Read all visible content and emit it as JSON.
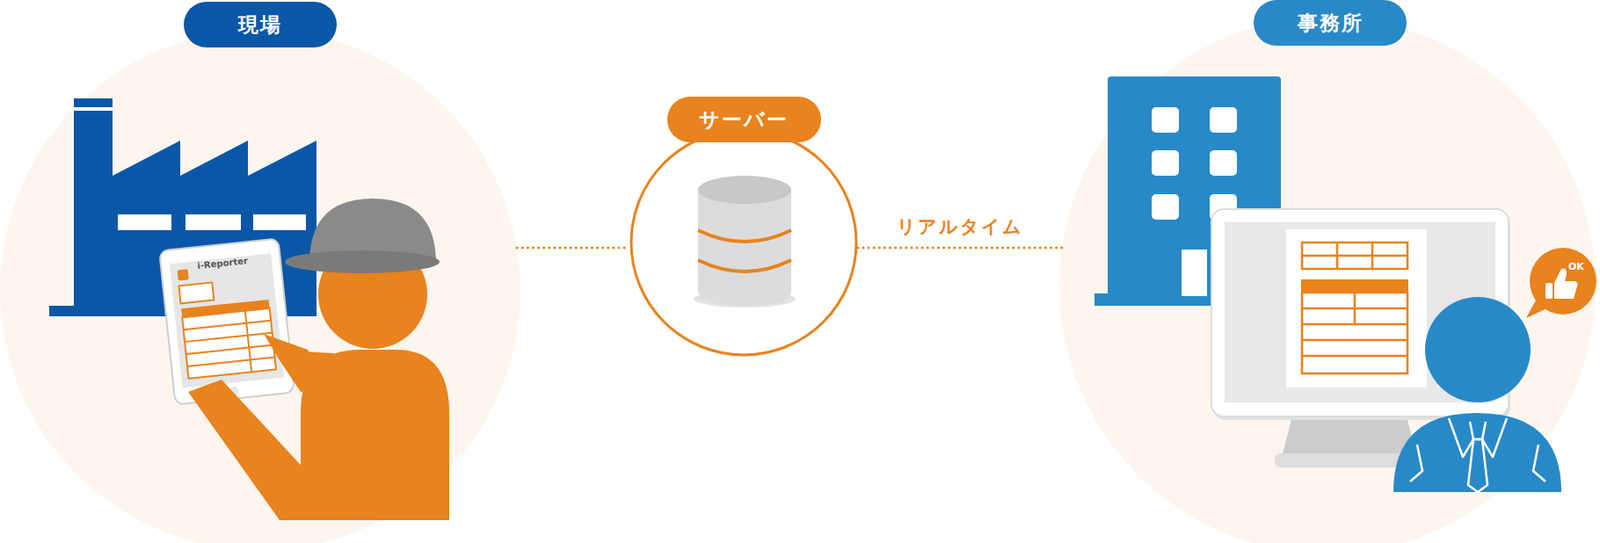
{
  "diagram": {
    "nodes": [
      {
        "text": [
          "現場"
        ]
      },
      {
        "text": [
          "サーバー"
        ]
      },
      {
        "text": [
          "事務所"
        ]
      }
    ],
    "edges": [
      {
        "from": 0,
        "to": 1,
        "arrow": "none"
      },
      {
        "from": 1,
        "to": 2,
        "label": "リアルタイム",
        "arrow": "none"
      }
    ],
    "labels": [
      "i-Reporter",
      "OK"
    ]
  }
}
